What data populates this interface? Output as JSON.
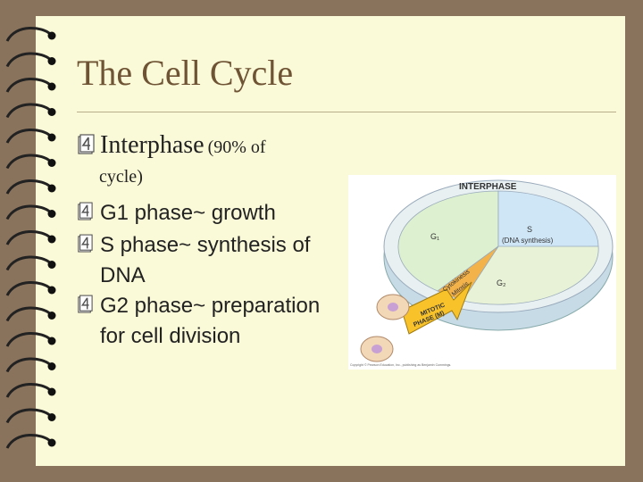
{
  "slide": {
    "title": "The Cell Cycle",
    "bullet": {
      "main": "Interphase",
      "detail": "(90% of",
      "detail_cont": "cycle)"
    },
    "sub_bullets": [
      {
        "line1": "G1 phase~ growth",
        "line2": ""
      },
      {
        "line1": "S phase~ synthesis of",
        "line2": "DNA"
      },
      {
        "line1": "G2 phase~ preparation",
        "line2": "for  cell division"
      }
    ],
    "bullet_icon": "notebook-4-icon"
  },
  "figure": {
    "ring_label": "INTERPHASE",
    "g1": "G₁",
    "s_label": "S",
    "s_detail": "(DNA synthesis)",
    "g2": "G₂",
    "mitotic_1": "MITOTIC",
    "mitotic_2": "PHASE (M)",
    "cytokinesis": "Cytokinesis",
    "mitosis": "Mitosis",
    "copyright": "Copyright © Pearson Education, Inc., publishing as Benjamin Cummings."
  },
  "colors": {
    "background": "#8a735c",
    "page": "#fbfad8",
    "title": "#6e5434",
    "g1": "#ddf0d0",
    "s": "#cfe6f7",
    "g2": "#e8f2d6",
    "mitotic": "#f7c22a"
  }
}
